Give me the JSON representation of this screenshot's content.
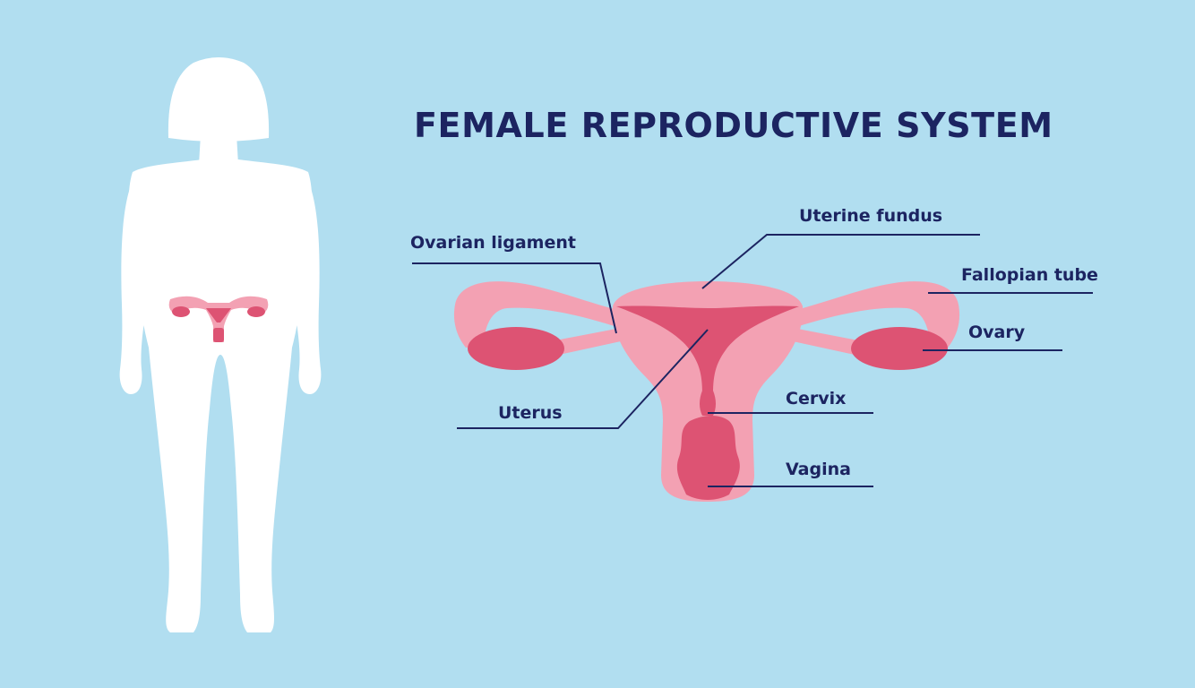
{
  "title": "FEMALE REPRODUCTIVE SYSTEM",
  "labels": {
    "uterine_fundus": "Uterine fundus",
    "ovarian_ligament": "Ovarian ligament",
    "fallopian_tube": "Fallopian tube",
    "ovary": "Ovary",
    "uterus": "Uterus",
    "cervix": "Cervix",
    "vagina": "Vagina"
  },
  "colors": {
    "background": "#b1def0",
    "body_silhouette": "#ffffff",
    "organ_light": "#f3a1b3",
    "organ_dark": "#dd5373",
    "text": "#1c2461"
  }
}
